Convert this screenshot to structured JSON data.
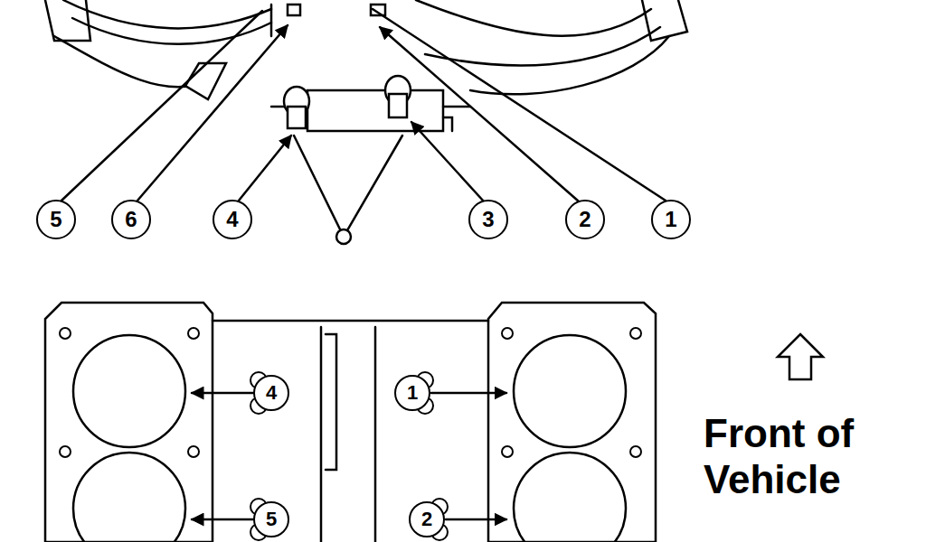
{
  "diagram": {
    "nodes": [
      {
        "text": [
          "5"
        ]
      },
      {
        "text": [
          "6"
        ]
      },
      {
        "text": [
          "4"
        ]
      },
      {
        "text": [
          "3"
        ]
      },
      {
        "text": [
          "2"
        ]
      },
      {
        "text": [
          "1"
        ]
      },
      {
        "text": [
          "4"
        ]
      },
      {
        "text": [
          "1"
        ]
      },
      {
        "text": [
          "5"
        ]
      },
      {
        "text": [
          "2"
        ]
      }
    ],
    "labels": [
      "Front of Vehicle"
    ]
  }
}
